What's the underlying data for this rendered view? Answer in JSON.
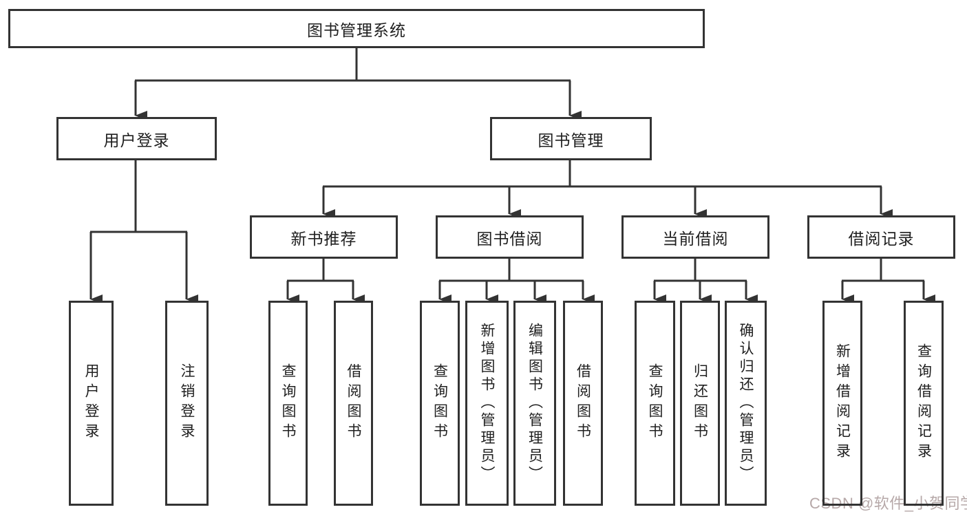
{
  "diagram_type": "hierarchy-tree",
  "tree": {
    "label": "图书管理系统",
    "children": [
      {
        "label": "用户登录",
        "children": [
          {
            "label": "用户登录"
          },
          {
            "label": "注销登录"
          }
        ]
      },
      {
        "label": "图书管理",
        "children": [
          {
            "label": "新书推荐",
            "children": [
              {
                "label": "查询图书"
              },
              {
                "label": "借阅图书"
              }
            ]
          },
          {
            "label": "图书借阅",
            "children": [
              {
                "label": "查询图书"
              },
              {
                "label": "新增图书（管理员）"
              },
              {
                "label": "编辑图书（管理员）"
              },
              {
                "label": "借阅图书"
              }
            ]
          },
          {
            "label": "当前借阅",
            "children": [
              {
                "label": "查询图书"
              },
              {
                "label": "归还图书"
              },
              {
                "label": "确认归还（管理员）"
              }
            ]
          },
          {
            "label": "借阅记录",
            "children": [
              {
                "label": "新增借阅记录"
              },
              {
                "label": "查询借阅记录"
              }
            ]
          }
        ]
      }
    ]
  },
  "watermark": {
    "text": "CSDN @软件_小贺同学"
  },
  "colors": {
    "line": "#333333",
    "box_border": "#333333",
    "text": "#1f1f1f",
    "background": "#ffffff",
    "watermark": "#b6a8a8"
  }
}
